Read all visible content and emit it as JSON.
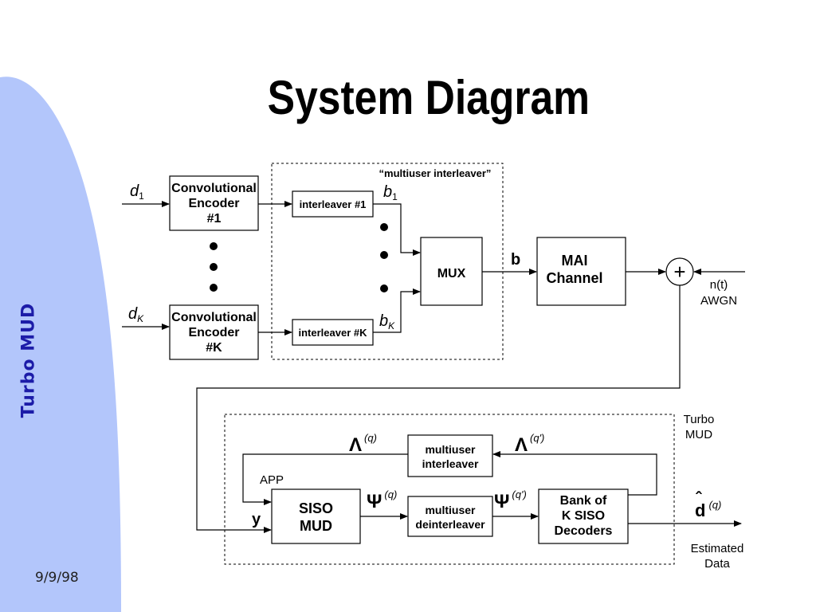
{
  "slide": {
    "title": "System Diagram",
    "side_title": "Turbo MUD",
    "date": "9/9/98",
    "accent_color": "#b3c6fb"
  },
  "diagram": {
    "inputs": {
      "d1_main": "d",
      "d1_sub": "1",
      "dK_main": "d",
      "dK_sub": "K"
    },
    "encoder1": [
      "Convolutional",
      "Encoder",
      "#1"
    ],
    "encoderK": [
      "Convolutional",
      "Encoder",
      "#K"
    ],
    "interleaver_group_label": "“multiuser interleaver”",
    "interleaver1": "interleaver #1",
    "interleaverK": "interleaver #K",
    "b1_main": "b",
    "b1_sub": "1",
    "bK_main": "b",
    "bK_sub": "K",
    "mux": "MUX",
    "b_label": "b",
    "mai_channel": [
      "MAI",
      "Channel"
    ],
    "noise": [
      "n(t)",
      "AWGN"
    ],
    "adder_symbol": "+",
    "turbo_group_label": [
      "Turbo",
      "MUD"
    ],
    "multiuser_interleaver": [
      "multiuser",
      "interleaver"
    ],
    "multiuser_deinterleaver": [
      "multiuser",
      "deinterleaver"
    ],
    "siso_mud": [
      "SISO",
      "MUD"
    ],
    "bank_decoders": [
      "Bank of",
      "K SISO",
      "Decoders"
    ],
    "app_label": "APP",
    "y_label": "y",
    "lambda_main": "Λ",
    "lambda_sup": "(q)",
    "lambda2_main": "Λ",
    "lambda2_sup": "(q')",
    "psi_main": "Ψ",
    "psi_sup": "(q)",
    "psi2_main": "Ψ",
    "psi2_sup": "(q')",
    "dhat_main": "d",
    "dhat_accent": "ˆ",
    "dhat_sup": "(q)",
    "estimated_data": [
      "Estimated",
      "Data"
    ]
  }
}
